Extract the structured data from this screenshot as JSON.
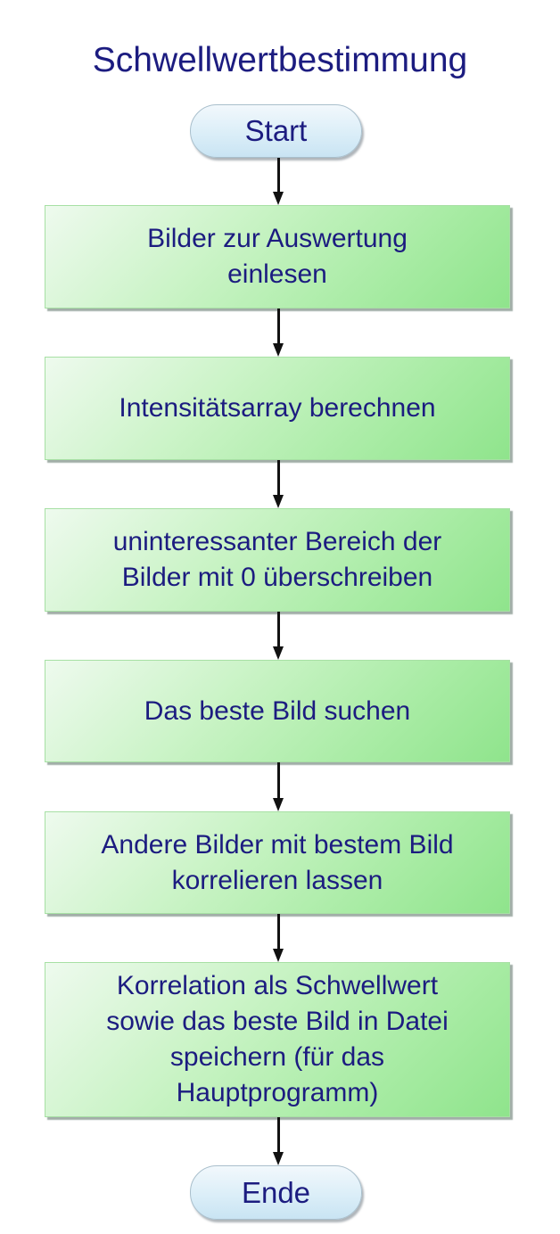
{
  "diagram": {
    "title": "Schwellwertbestimmung",
    "start": {
      "label": "Start",
      "shape": "terminator"
    },
    "end": {
      "label": "Ende",
      "shape": "terminator"
    },
    "steps": [
      {
        "id": 1,
        "shape": "process",
        "lines": [
          "Bilder zur Auswertung",
          "einlesen"
        ]
      },
      {
        "id": 2,
        "shape": "process",
        "lines": [
          "Intensitätsarray berechnen"
        ]
      },
      {
        "id": 3,
        "shape": "process",
        "lines": [
          "uninteressanter Bereich der",
          "Bilder mit 0 überschreiben"
        ]
      },
      {
        "id": 4,
        "shape": "process",
        "lines": [
          "Das beste Bild suchen"
        ]
      },
      {
        "id": 5,
        "shape": "process",
        "lines": [
          "Andere Bilder mit bestem Bild",
          "korrelieren lassen"
        ]
      },
      {
        "id": 6,
        "shape": "process",
        "lines": [
          "Korrelation als Schwellwert",
          "sowie das beste Bild in Datei",
          "speichern (für das",
          "Hauptprogramm)"
        ]
      }
    ],
    "edges": [
      {
        "from": "start",
        "to": 1
      },
      {
        "from": 1,
        "to": 2
      },
      {
        "from": 2,
        "to": 3
      },
      {
        "from": 3,
        "to": 4
      },
      {
        "from": 4,
        "to": 5
      },
      {
        "from": 5,
        "to": 6
      },
      {
        "from": 6,
        "to": "end"
      }
    ],
    "colors": {
      "text": "#1c1c80",
      "process_fill_light": "#eefaee",
      "process_fill_dark": "#8fe48c",
      "terminator_fill": "#dbeef8",
      "arrow": "#111111",
      "background": "#ffffff"
    }
  }
}
